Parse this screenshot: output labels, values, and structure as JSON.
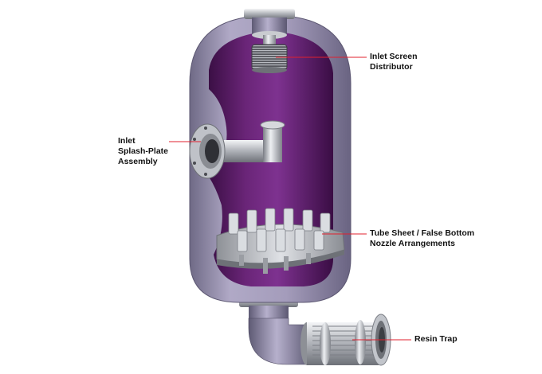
{
  "labels": {
    "inlet_screen": [
      "Inlet Screen",
      "Distributor"
    ],
    "inlet_splash": [
      "Inlet",
      "Splash-Plate",
      "Assembly"
    ],
    "tube_sheet": [
      "Tube Sheet / False Bottom",
      "Nozzle Arrangements"
    ],
    "resin_trap": [
      "Resin Trap"
    ]
  },
  "colors": {
    "leader_line": "#e0202e",
    "vessel_shell": "#9c93b4",
    "vessel_interior": "#5a1b66",
    "steel": "#c9cbd0"
  }
}
